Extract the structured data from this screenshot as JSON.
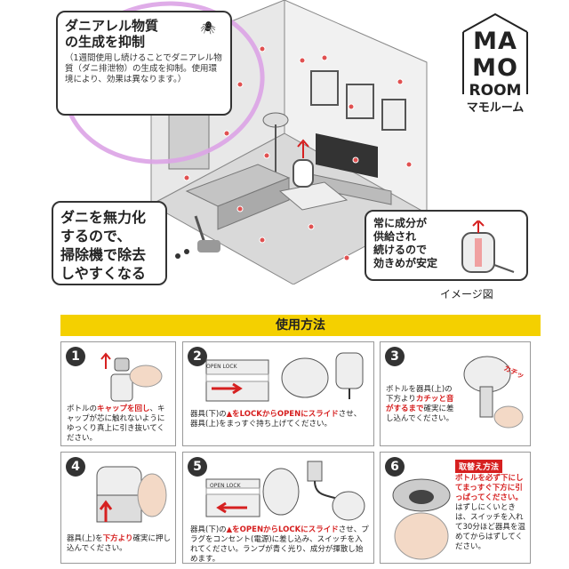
{
  "brand": {
    "letters_line1": "MA",
    "letters_line2": "MO",
    "letters_line3": "ROOM",
    "kana": "マモルーム"
  },
  "callout_mite": {
    "line1": "ダニアレル物質",
    "line2": "の生成を抑制",
    "note": "（1週間使用し続けることでダニアレル物質（ダニ排泄物）の生成を抑制。使用環境により、効果は異なります。）"
  },
  "callout_vacuum": {
    "lines": [
      "ダニを無力化",
      "するので、",
      "掃除機で除去",
      "しやすくなる"
    ]
  },
  "callout_constant": {
    "lines": [
      "常に成分が",
      "供給され",
      "続けるので",
      "効きめが安定"
    ]
  },
  "image_note": "イメージ図",
  "usage": {
    "title": "使用方法"
  },
  "steps": [
    {
      "num": "1",
      "pre": "ボトルの",
      "em": "キャップを回し",
      "post": "、キャップが芯に触れないようにゆっくり真上に引き抜いてください。"
    },
    {
      "num": "2",
      "pre": "器具(下)の",
      "em": "▲をLOCKからOPENにスライド",
      "post": "させ、器具(上)をまっすぐ持ち上げてください。"
    },
    {
      "num": "3",
      "pre": "ボトルを器具(上)の下方より",
      "em": "カチッと音がするまで",
      "post": "確実に差し込んでください。"
    },
    {
      "num": "4",
      "pre": "器具(上)を",
      "em": "下方より",
      "post": "確実に押し込んでください。"
    },
    {
      "num": "5",
      "pre": "器具(下)の",
      "em": "▲をOPENからLOCKにスライド",
      "post": "させ、プラグをコンセント(電源)に差し込み、スイッチを入れてください。ランプが青く光り、成分が揮散し始めます。"
    },
    {
      "num": "6",
      "title": "取替え方法",
      "pre": "",
      "em": "ボトルを必ず下にしてまっすぐ下方に引っぱってください。",
      "post": "はずしにくいときは、スイッチを入れて30分ほど器具を温めてからはずしてください。"
    }
  ],
  "labels": {
    "open_lock": "OPEN  LOCK",
    "katchi": "カチッ"
  },
  "colors": {
    "accent_red": "#d62020",
    "band_yellow": "#f4d000",
    "highlight": "#dca3e6"
  }
}
